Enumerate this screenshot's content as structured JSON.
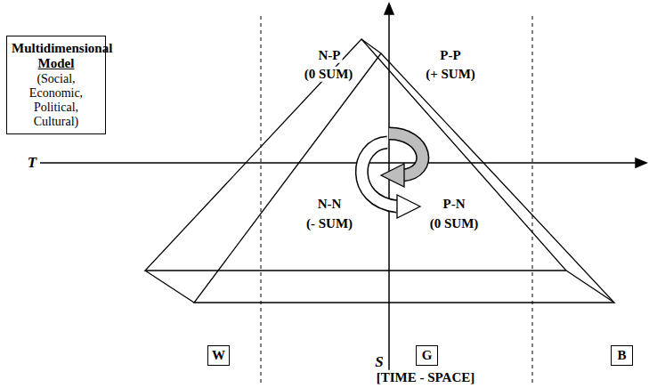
{
  "diagram": {
    "nodes": [
      {
        "text": [
          "Multidimensional",
          "Model",
          "(Social, Economic, Political, Cultural)"
        ]
      },
      {
        "text": [
          "W"
        ]
      },
      {
        "text": [
          "G"
        ]
      },
      {
        "text": [
          "B"
        ]
      }
    ],
    "labels": [
      "N-P",
      "(0 SUM)",
      "P-P",
      "(+ SUM)",
      "N-N",
      "(- SUM)",
      "P-N",
      "(0 SUM)",
      "T",
      "S",
      "[TIME - SPACE]"
    ]
  }
}
